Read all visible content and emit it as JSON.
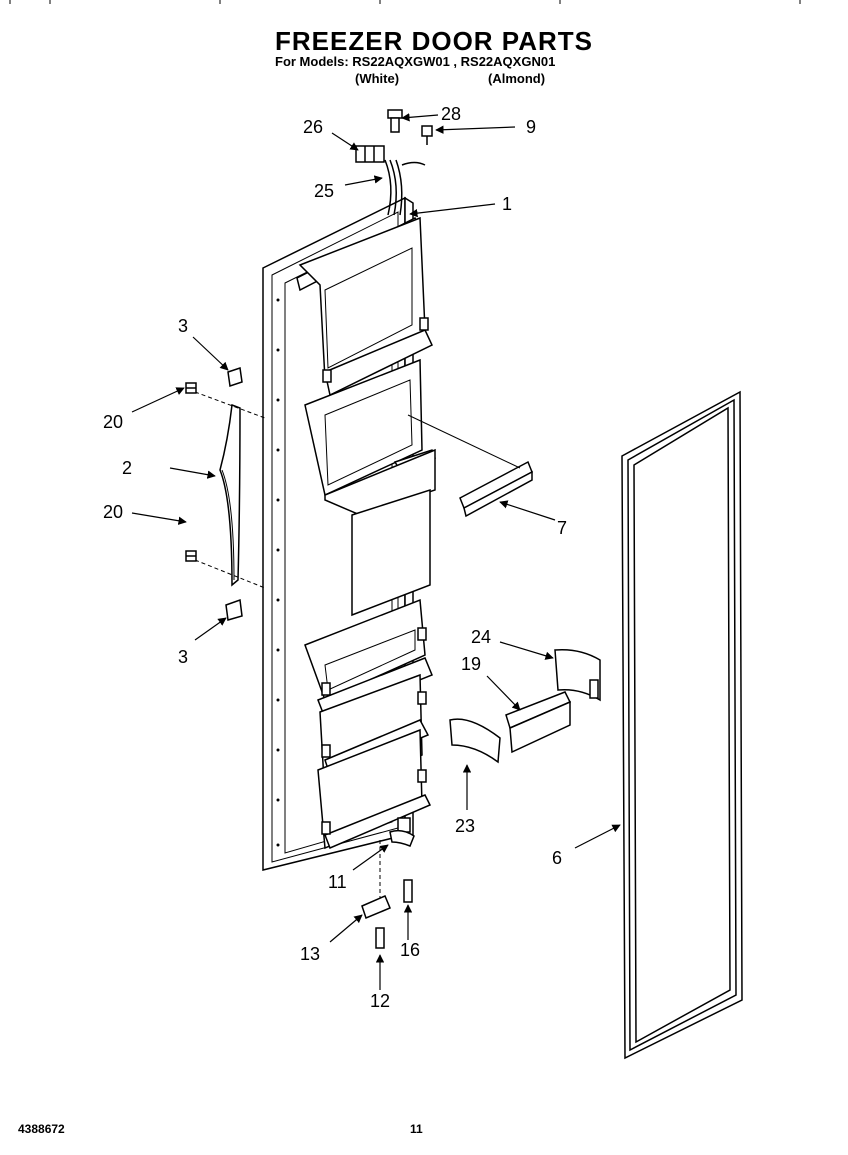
{
  "header": {
    "title": "FREEZER DOOR PARTS",
    "models_line": "For Models: RS22AQXGW01 , RS22AQXGN01",
    "variant_white": "(White)",
    "variant_almond": "(Almond)"
  },
  "callouts": {
    "c1": "1",
    "c2": "2",
    "c3a": "3",
    "c3b": "3",
    "c6": "6",
    "c7": "7",
    "c9": "9",
    "c11": "11",
    "c12": "12",
    "c13": "13",
    "c16": "16",
    "c19": "19",
    "c20a": "20",
    "c20b": "20",
    "c23": "23",
    "c24": "24",
    "c25": "25",
    "c26": "26",
    "c28": "28"
  },
  "footer": {
    "doc_number": "4388672",
    "page_number": "11"
  }
}
